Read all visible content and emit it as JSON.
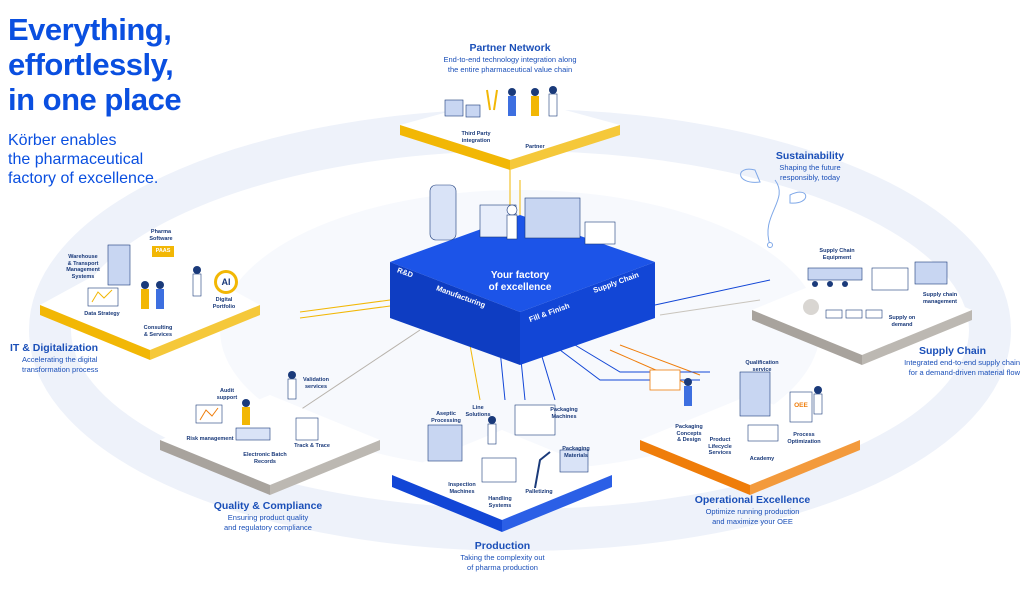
{
  "headline": {
    "line1": "Everything,",
    "line2": "effortlessly,",
    "line3": "in one place",
    "sub1": "Körber enables",
    "sub2": "the pharmaceutical",
    "sub3": "factory of excellence."
  },
  "center": {
    "title1": "Your factory",
    "title2": "of excellence",
    "flow": [
      "R&D",
      "Manufacturing",
      "Fill & Finish",
      "Supply Chain"
    ]
  },
  "sections": {
    "partner": {
      "title": "Partner Network",
      "desc1": "End-to-end technology integration along",
      "desc2": "the entire pharmaceutical value chain",
      "labels": {
        "third_party": "Third Party\nintegration",
        "partner": "Partner"
      }
    },
    "sustainability": {
      "title": "Sustainability",
      "desc1": "Shaping the future",
      "desc2": "responsibly, today"
    },
    "it": {
      "title": "IT & Digitalization",
      "desc1": "Accelerating the digital",
      "desc2": "transformation process",
      "labels": {
        "warehouse": "Warehouse\n& Transport\nManagement\nSystems",
        "pharma_software": "Pharma\nSoftware",
        "paas": "PAAS",
        "ai": "AI",
        "data_strategy": "Data Strategy",
        "consulting": "Consulting\n& Services",
        "digital_portfolio": "Digital\nPortfolio"
      }
    },
    "supply": {
      "title": "Supply Chain",
      "desc1": "Integrated end-to-end supply chain",
      "desc2": "for a demand-driven material flow",
      "labels": {
        "equipment": "Supply Chain\nEquipment",
        "management": "Supply chain\nmanagement",
        "on_demand": "Supply on\ndemand"
      }
    },
    "quality": {
      "title": "Quality & Compliance",
      "desc1": "Ensuring product quality",
      "desc2": "and regulatory compliance",
      "labels": {
        "audit": "Audit\nsupport",
        "validation": "Validation\nservices",
        "risk": "Risk management",
        "ebr": "Electronic Batch\nRecords",
        "track": "Track & Trace"
      }
    },
    "production": {
      "title": "Production",
      "desc1": "Taking the complexity out",
      "desc2": "of pharma production",
      "labels": {
        "aseptic": "Aseptic\nProcessing",
        "line": "Line\nSolutions",
        "packaging_machines": "Packaging\nMachines",
        "packaging_materials": "Packaging\nMaterials",
        "inspection": "Inspection\nMachines",
        "handling": "Handling\nSystems",
        "palletizing": "Palletizing"
      }
    },
    "operational": {
      "title": "Operational Excellence",
      "desc1": "Optimize running production",
      "desc2": "and maximize your OEE",
      "labels": {
        "qualification": "Qualification\nservice",
        "packaging_concepts": "Packaging\nConcepts\n& Design",
        "lifecycle": "Product\nLifecycle\nServices",
        "oee": "OEE",
        "process": "Process\nOptimization",
        "academy": "Academy"
      }
    }
  },
  "colors": {
    "brand_blue": "#0a4fe0",
    "platform_blue": "#1246d6",
    "yellow": "#f2b705",
    "orange": "#ef7d0a",
    "grey": "#a8a39d",
    "ring": "#eef2fa"
  }
}
